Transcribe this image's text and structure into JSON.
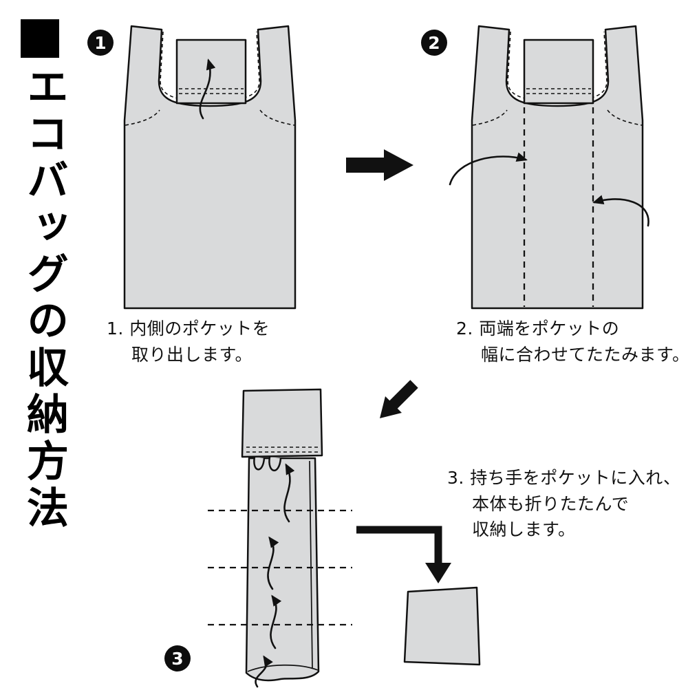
{
  "title": {
    "text": "エコバッグの収納方法"
  },
  "colors": {
    "bag_fill": "#d9dadb",
    "line": "#111111",
    "background": "#ffffff"
  },
  "steps": [
    {
      "badge": "1",
      "lines": [
        "1. 内側のポケットを",
        "取り出します。"
      ]
    },
    {
      "badge": "2",
      "lines": [
        "2. 両端をポケットの",
        "幅に合わせてたたみます。"
      ]
    },
    {
      "badge": "3",
      "lines": [
        "3. 持ち手をポケットに入れ、",
        "本体も折りたたんで",
        "収納します。"
      ]
    }
  ],
  "icons": {
    "pull_out_arrow": "curved-up-arrow",
    "step1_to_step2": "thick-right-arrow",
    "fold_left_arrow": "curved-right-arrow",
    "fold_right_arrow": "curved-left-arrow",
    "step2_to_step3": "thick-down-left-arrow",
    "roll_up_arrows": "curved-up-arrows",
    "step3_to_result": "elbow-down-arrow"
  }
}
